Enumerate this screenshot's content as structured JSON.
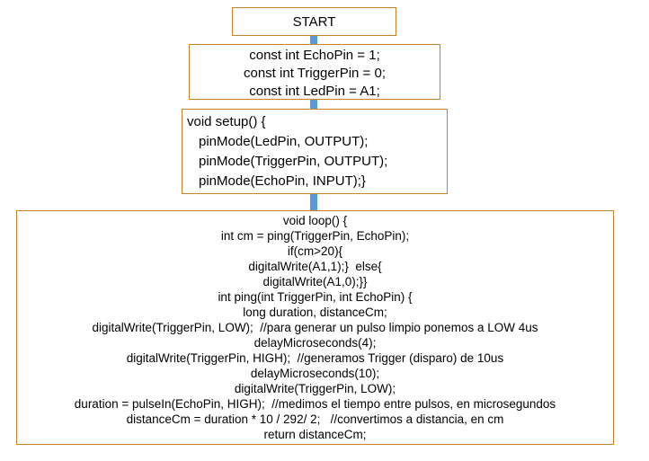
{
  "flowchart": {
    "start": {
      "label": "START"
    },
    "constants": {
      "lines": [
        "const int EchoPin = 1;",
        "const int TriggerPin = 0;",
        "const int LedPin = A1;"
      ]
    },
    "setup": {
      "lines": [
        "void setup() {",
        "pinMode(LedPin, OUTPUT);",
        "pinMode(TriggerPin, OUTPUT);",
        "pinMode(EchoPin, INPUT);}"
      ]
    },
    "loop": {
      "lines": [
        "void loop() {",
        "int cm = ping(TriggerPin, EchoPin);",
        "if(cm>20){",
        "digitalWrite(A1,1);}  else{",
        "digitalWrite(A1,0);}}",
        "int ping(int TriggerPin, int EchoPin) {",
        "long duration, distanceCm;",
        "digitalWrite(TriggerPin, LOW);  //para generar un pulso limpio ponemos a LOW 4us",
        "delayMicroseconds(4);",
        "digitalWrite(TriggerPin, HIGH);  //generamos Trigger (disparo) de 10us",
        "delayMicroseconds(10);",
        "digitalWrite(TriggerPin, LOW);",
        "duration = pulseIn(EchoPin, HIGH);  //medimos el tiempo entre pulsos, en microsegundos",
        "distanceCm = duration * 10 / 292/ 2;   //convertimos a distancia, en cm",
        "return distanceCm;"
      ]
    }
  }
}
